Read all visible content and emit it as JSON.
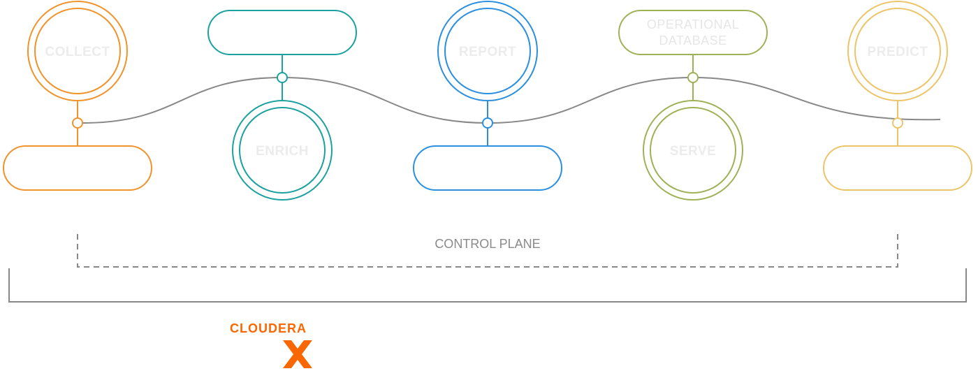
{
  "stages": {
    "collect": "COLLECT",
    "enrich": "ENRICH",
    "report": "REPORT",
    "operational_database": [
      "OPERATIONAL",
      "DATABASE"
    ],
    "serve": "SERVE",
    "predict": "PREDICT"
  },
  "control_plane": "CONTROL PLANE",
  "brand": {
    "name": "CLOUDERA",
    "mark": "X"
  },
  "colors": {
    "collect": "#f0932b",
    "enrich": "#1aa1a0",
    "report": "#2b8fe0",
    "operational_database": "#9fb157",
    "predict": "#ecc46a",
    "flow_line": "#888888",
    "brand": "#f96702"
  }
}
